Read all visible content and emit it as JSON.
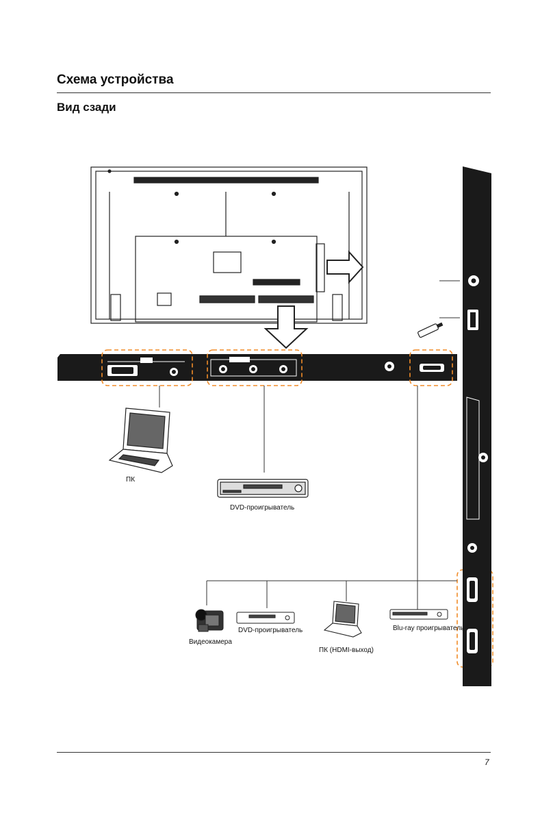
{
  "header": {
    "title": "Схема устройства",
    "subtitle": "Вид сзади"
  },
  "devices": {
    "pc": "ПК",
    "dvd": "DVD-проигрыватель",
    "camcorder": "Видеокамера",
    "dvd_hdmi": "DVD-проигрыватель",
    "pc_hdmi": "ПК (HDMI-выход)",
    "bluray": "Blu-ray проигрыватель"
  },
  "footer": {
    "page_number": "7"
  },
  "colors": {
    "highlight": "#f28c28",
    "panel": "#1a1a1a"
  }
}
